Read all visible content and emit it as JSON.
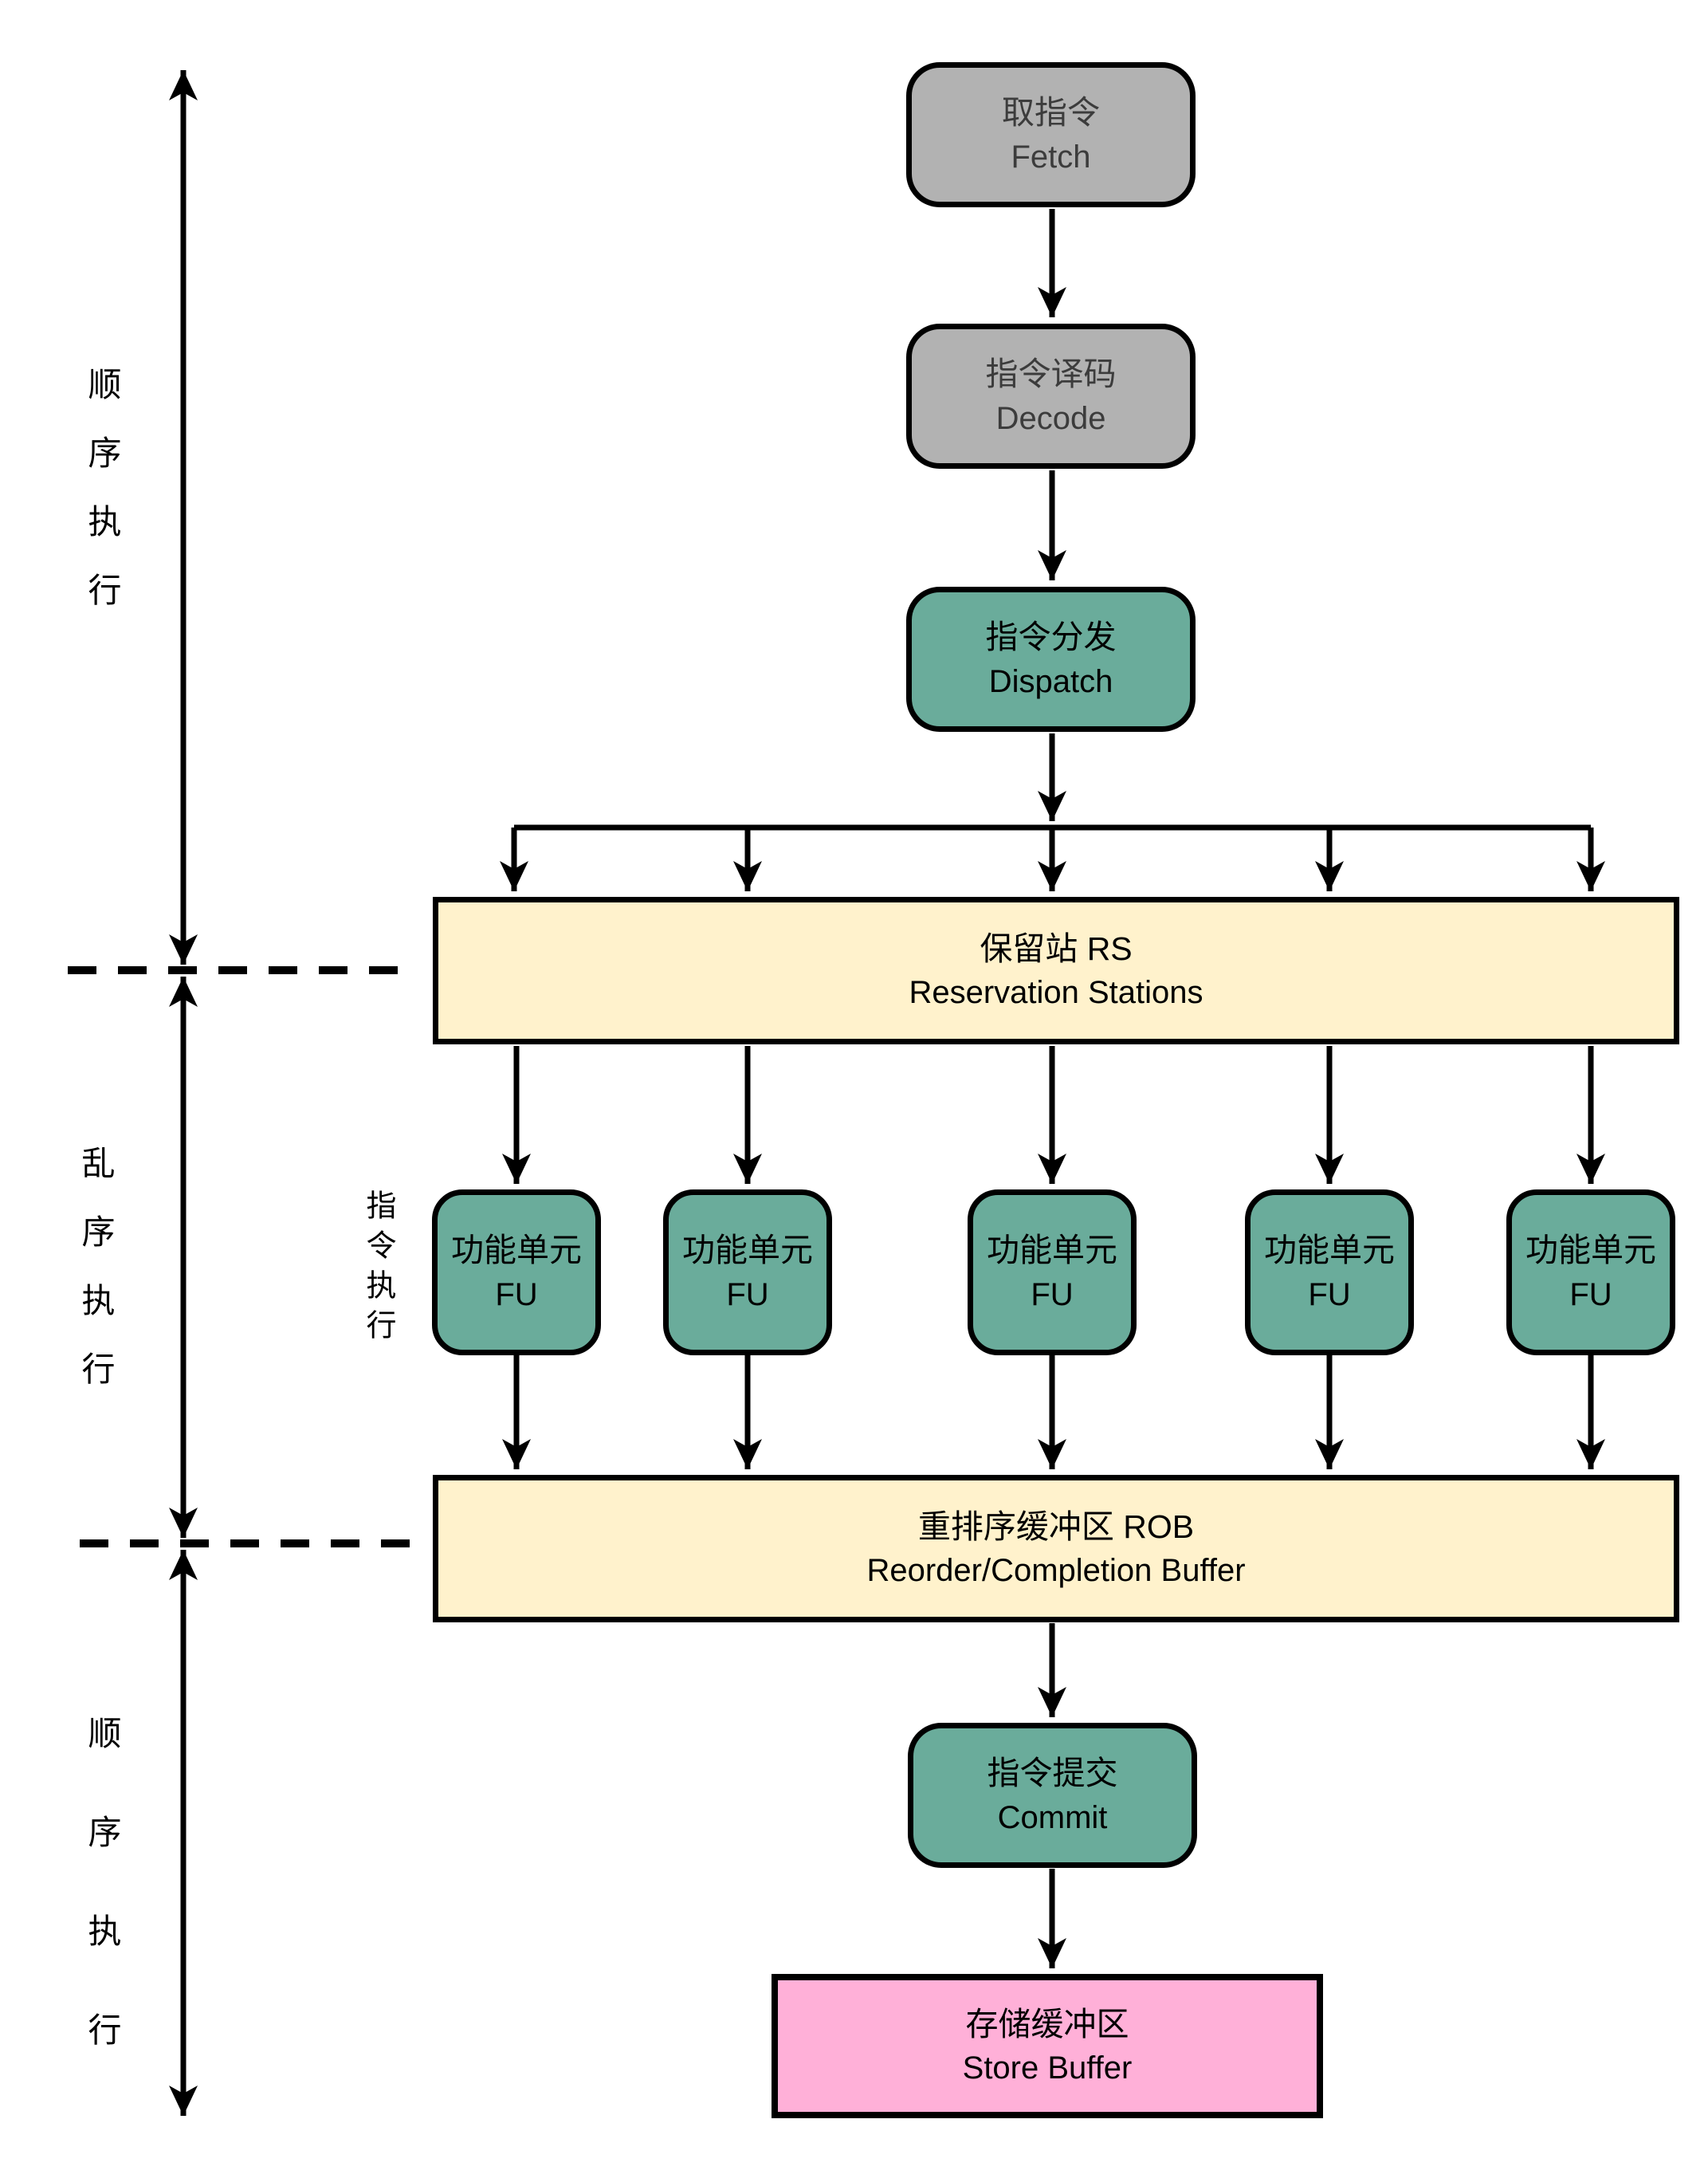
{
  "diagram": {
    "type": "flowchart",
    "subject": "CPU out-of-order execution pipeline",
    "nodes": {
      "fetch": {
        "zh": "取指令",
        "en": "Fetch"
      },
      "decode": {
        "zh": "指令译码",
        "en": "Decode"
      },
      "dispatch": {
        "zh": "指令分发",
        "en": "Dispatch"
      },
      "reservation_stations": {
        "zh": "保留站 RS",
        "en": "Reservation Stations"
      },
      "functional_unit": {
        "zh": "功能单元",
        "en": "FU",
        "count": 5
      },
      "reorder_buffer": {
        "zh": "重排序缓冲区 ROB",
        "en": "Reorder/Completion Buffer"
      },
      "commit": {
        "zh": "指令提交",
        "en": "Commit"
      },
      "store_buffer": {
        "zh": "存储缓冲区",
        "en": "Store Buffer"
      }
    },
    "side_labels": {
      "in_order_top": "顺序执行",
      "out_of_order_middle": "乱序执行",
      "in_order_bottom": "顺序执行",
      "instruction_execute": "指令执行"
    },
    "colors": {
      "stage_gray": "#b2b2b2",
      "stage_teal": "#6aac9b",
      "buffer_yellow": "#fff2cc",
      "store_pink": "#ffb0d8",
      "line_black": "#000000"
    }
  }
}
